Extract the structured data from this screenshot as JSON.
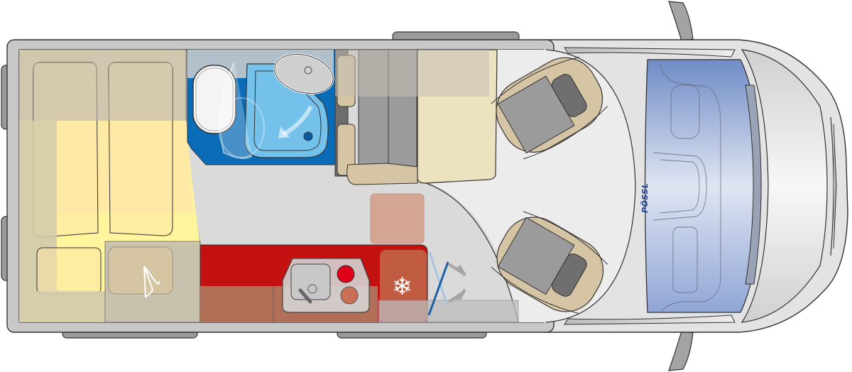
{
  "diagram": {
    "title": "Camper van floor plan (top view)",
    "brand_logo": "PÖSSL",
    "icons": {
      "freezer": "❄",
      "wardrobe": "hanger-icon"
    },
    "colors": {
      "body_outline": "#c8c8c8",
      "floor": "#d9d9d9",
      "bed_zone": "#d6ceaa",
      "bed_mattress": "#fde5a6",
      "bed_highlight": "#fff59d",
      "bathroom": "#0a6bb6",
      "shower_tray": "#74c2ec",
      "toilet": "#f4f4f4",
      "kitchen_counter": "#c31111",
      "kitchen_cabinets": "#b26f57",
      "fridge": "#c15c43",
      "table": "#d4a593",
      "bench": "#ede2c0",
      "seat_upholstery": "#d6c5a4",
      "seat_gray": "#9b9b9b",
      "cab_glass": "#a9b8dc",
      "stove_burner": "#e0001a",
      "wheel_arch": "#9a9a9a"
    },
    "zones": [
      {
        "id": "rear-beds",
        "label": "Twin single beds"
      },
      {
        "id": "wardrobe",
        "label": "Wardrobe"
      },
      {
        "id": "bathroom",
        "label": "Bathroom with toilet, sink and shower"
      },
      {
        "id": "dinette",
        "label": "Bench seat with table"
      },
      {
        "id": "kitchen",
        "label": "Kitchen with sink, 2-burner stove and fridge"
      },
      {
        "id": "cab",
        "label": "Driver cab with swivel seats"
      }
    ]
  }
}
